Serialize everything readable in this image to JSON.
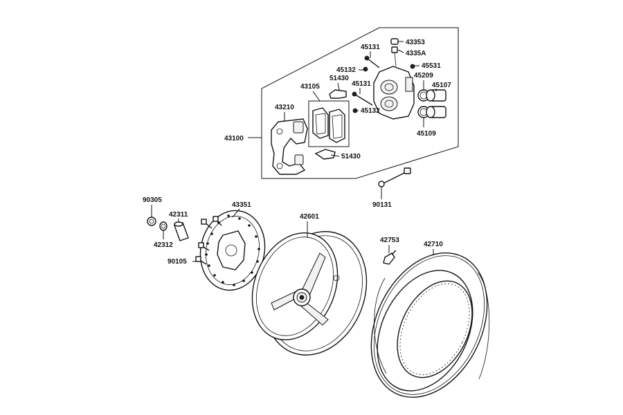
{
  "diagram": {
    "labels": {
      "l43353": "43353",
      "l4335A": "4335A",
      "l45131a": "45131",
      "l45132a": "45132",
      "l45531": "45531",
      "l45209": "45209",
      "l45107": "45107",
      "l43105": "43105",
      "l51430a": "51430",
      "l45131b": "45131",
      "l45132b": "45132",
      "l43210": "43210",
      "l45109": "45109",
      "l43100": "43100",
      "l51430b": "51430",
      "l90131": "90131",
      "l90305": "90305",
      "l42311": "42311",
      "l43351": "43351",
      "l42601": "42601",
      "l42312": "42312",
      "l42753": "42753",
      "l42710": "42710",
      "l90105": "90105"
    }
  }
}
